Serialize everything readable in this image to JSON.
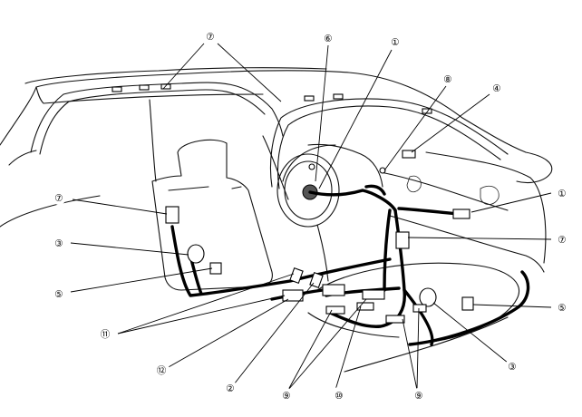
{
  "callouts": [
    {
      "id": "c7a",
      "label": "⑦",
      "part": "7"
    },
    {
      "id": "c6",
      "label": "⑥",
      "part": "6"
    },
    {
      "id": "c1a",
      "label": "①",
      "part": "1"
    },
    {
      "id": "c8",
      "label": "⑧",
      "part": "8"
    },
    {
      "id": "c4",
      "label": "④",
      "part": "4"
    },
    {
      "id": "c7b",
      "label": "⑦",
      "part": "7"
    },
    {
      "id": "c1b",
      "label": "①",
      "part": "1"
    },
    {
      "id": "c7c",
      "label": "⑦",
      "part": "7"
    },
    {
      "id": "c3a",
      "label": "③",
      "part": "3"
    },
    {
      "id": "c5a",
      "label": "⑤",
      "part": "5"
    },
    {
      "id": "c5b",
      "label": "⑤",
      "part": "5"
    },
    {
      "id": "c11",
      "label": "⑪",
      "part": "11"
    },
    {
      "id": "c3b",
      "label": "③",
      "part": "3"
    },
    {
      "id": "c12",
      "label": "⑫",
      "part": "12"
    },
    {
      "id": "c2",
      "label": "②",
      "part": "2"
    },
    {
      "id": "c9a",
      "label": "⑨",
      "part": "9"
    },
    {
      "id": "c10",
      "label": "⑩",
      "part": "10"
    },
    {
      "id": "c9b",
      "label": "⑨",
      "part": "9"
    }
  ],
  "colors": {
    "line": "#000000",
    "background": "#ffffff"
  }
}
